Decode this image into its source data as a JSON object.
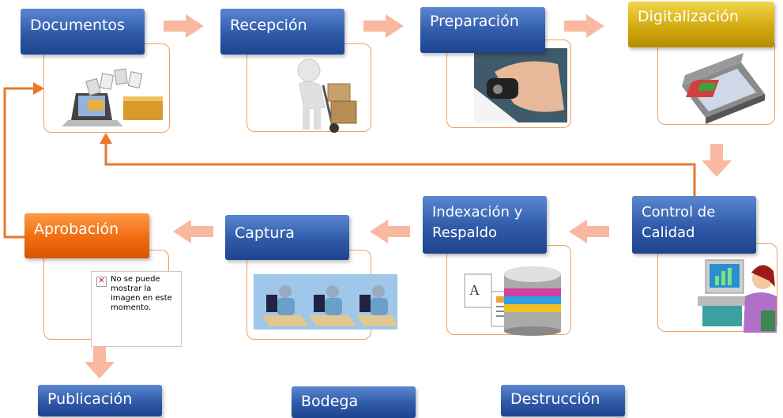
{
  "steps": {
    "documentos": "Documentos",
    "recepcion": "Recepción",
    "preparacion": "Preparación",
    "digitalizacion": "Digitalización",
    "control_calidad": "Control de\nCalidad",
    "indexacion": "Indexación y\nRespaldo",
    "captura": "Captura",
    "aprobacion": "Aprobación",
    "publicacion": "Publicación",
    "bodega": "Bodega",
    "destruccion": "Destrucción"
  },
  "placeholder_image": {
    "text": "No se puede mostrar la imagen en este momento."
  },
  "colors": {
    "label_blue": "#2f5aa8",
    "label_gold": "#d2aa10",
    "label_orange": "#f06b10",
    "arrow_fill": "#f9b8a0",
    "connector": "#e8782a"
  },
  "icons": [
    "laptop-documents-icon",
    "hand-truck-boxes-icon",
    "hand-stapler-icon",
    "flatbed-scanner-icon",
    "woman-computer-icon",
    "documents-database-icon",
    "workstations-icon",
    "broken-image-icon"
  ]
}
